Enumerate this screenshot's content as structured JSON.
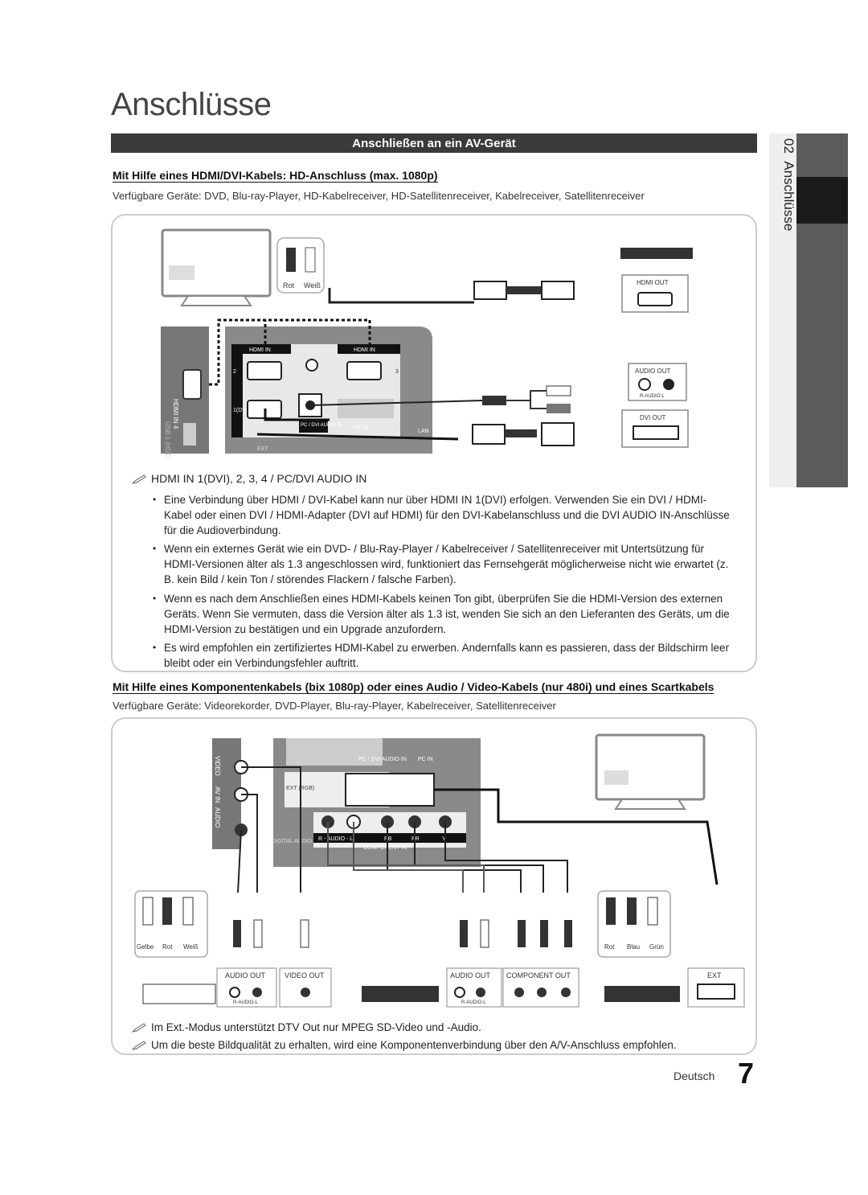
{
  "page_title": "Anschlüsse",
  "section_bar": "Anschließen an ein AV-Gerät",
  "side_tab": {
    "chapter": "02",
    "label": "Anschlüsse"
  },
  "hdmi_section": {
    "heading": "Mit Hilfe eines HDMI/DVI-Kabels: HD-Anschluss (max. 1080p)",
    "available": "Verfügbare Geräte: DVD, Blu-ray-Player, HD-Kabelreceiver, HD-Satellitenreceiver, Kabelreceiver, Satellitenreceiver",
    "diagram": {
      "rot": "Rot",
      "weiss": "Weiß",
      "hdmi_out": "HDMI OUT",
      "audio_out": "AUDIO OUT",
      "r_audio_l": "R-AUDIO-L",
      "dvi_out": "DVI OUT",
      "hdmi_in": "HDMI IN",
      "hdmi_in_4": "HDMI IN 4",
      "port2": "2",
      "port3": "3",
      "port1": "1(DVI)",
      "pc_dvi_audio_in": "PC / DVI AUDIO IN",
      "pc_in": "PC IN",
      "lan": "LAN",
      "ext": "EXT",
      "usb": "USB 1 (HDD)"
    },
    "note_heading": "HDMI IN 1(DVI), 2, 3, 4 / PC/DVI AUDIO IN",
    "bullets": [
      "Eine Verbindung über HDMI / DVI-Kabel kann nur über HDMI IN 1(DVI) erfolgen. Verwenden Sie ein DVI / HDMI-Kabel oder einen DVI / HDMI-Adapter (DVI auf HDMI) für den DVI-Kabelanschluss und die DVI AUDIO IN-Anschlüsse für die Audioverbindung.",
      "Wenn ein externes Gerät wie ein DVD- / Blu-Ray-Player / Kabelreceiver / Satellitenreceiver mit Untertsützung für HDMI-Versionen älter als 1.3 angeschlossen wird, funktioniert das Fernsehgerät möglicherweise nicht wie erwartet (z. B. kein Bild / kein Ton / störendes Flackern / falsche Farben).",
      "Wenn es nach dem Anschließen eines HDMI-Kabels keinen Ton gibt, überprüfen Sie die HDMI-Version des externen Geräts. Wenn Sie vermuten, dass die Version älter als 1.3 ist, wenden Sie sich an den Lieferanten des Geräts, um die HDMI-Version zu bestätigen und ein Upgrade anzufordern.",
      "Es wird empfohlen ein zertifiziertes HDMI-Kabel zu erwerben. Andernfalls kann es passieren, dass der Bildschirm leer bleibt oder ein Verbindungsfehler auftritt."
    ]
  },
  "component_section": {
    "heading": "Mit Hilfe eines Komponentenkabels (bix 1080p) oder eines Audio / Video-Kabels (nur 480i) und eines Scartkabels",
    "available": "Verfügbare Geräte: Videorekorder, DVD-Player, Blu-ray-Player, Kabelreceiver, Satellitenreceiver",
    "diagram": {
      "video": "VIDEO",
      "av_in": "AV IN",
      "audio": "AUDIO",
      "pc_dvi_audio_in": "PC / DVI AUDIO IN",
      "pc_in": "PC IN",
      "ext_rgb": "EXT (RGB)",
      "digital_audio_out": "DIGITAL AUDIO OUT (OPTICAL)",
      "r_audio_l": "R - AUDIO - L",
      "pb": "PB",
      "pr": "PR",
      "y": "Y",
      "component_in": "COMPONENT IN",
      "gelbe": "Gelbe",
      "rot": "Rot",
      "weiss": "Weiß",
      "blau": "Blau",
      "gruen": "Grün",
      "audio_out": "AUDIO OUT",
      "video_out": "VIDEO OUT",
      "component_out": "COMPONENT OUT",
      "ext": "EXT",
      "r_audio_l_small": "R-AUDIO-L"
    },
    "notes": [
      "Im Ext.-Modus unterstützt DTV Out nur MPEG SD-Video und -Audio.",
      "Um die beste Bildqualität zu erhalten, wird eine Komponentenverbindung über den A/V-Anschluss empfohlen."
    ]
  },
  "footer": {
    "language": "Deutsch",
    "page_number": "7"
  }
}
